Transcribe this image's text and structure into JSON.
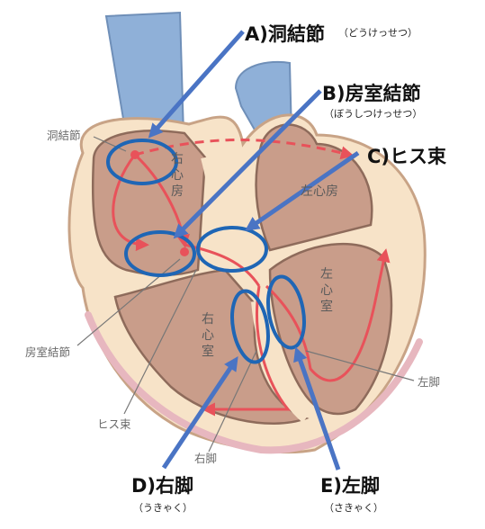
{
  "callouts": {
    "a": {
      "label": "A)洞結節",
      "reading": "（どうけっせつ）"
    },
    "b": {
      "label": "B)房室結節",
      "reading": "（ぼうしつけっせつ）"
    },
    "c": {
      "label": "C)ヒス束"
    },
    "d": {
      "label": "D)右脚",
      "reading": "（うきゃく）"
    },
    "e": {
      "label": "E)左脚",
      "reading": "（さきゃく）"
    }
  },
  "parts": {
    "sa_node": "洞結節",
    "av_node": "房室結節",
    "his_bundle": "ヒス束",
    "right_bundle": "右脚",
    "left_bundle": "左脚"
  },
  "chambers": {
    "right_atrium": "右心房",
    "left_atrium": "左心房",
    "right_ventricle": "右心室",
    "left_ventricle": "左心室"
  },
  "colors": {
    "vessel": "#8fb0d8",
    "outer_wall": "#f7e3c8",
    "muscle": "#c99d8a",
    "pathway": "#e8525a",
    "marker": "#1f66b5",
    "arrow": "#4a74c4",
    "rim": "#e7b7bf"
  }
}
